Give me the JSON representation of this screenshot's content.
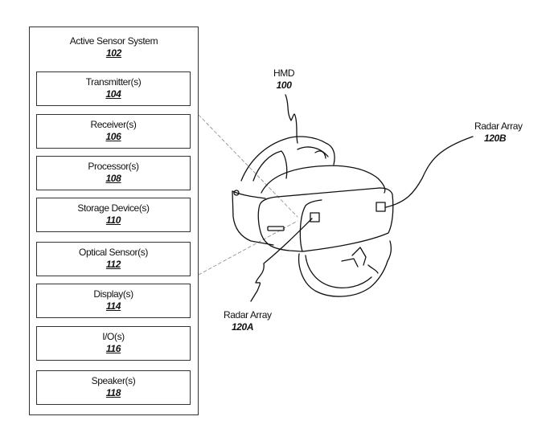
{
  "system": {
    "title": "Active Sensor System",
    "ref": "102",
    "components": [
      {
        "label": "Transmitter(s)",
        "ref": "104"
      },
      {
        "label": "Receiver(s)",
        "ref": "106"
      },
      {
        "label": "Processor(s)",
        "ref": "108"
      },
      {
        "label": "Storage Device(s)",
        "ref": "110"
      },
      {
        "label": "Optical Sensor(s)",
        "ref": "112"
      },
      {
        "label": "Display(s)",
        "ref": "114"
      },
      {
        "label": "I/O(s)",
        "ref": "116"
      },
      {
        "label": "Speaker(s)",
        "ref": "118"
      }
    ]
  },
  "device": {
    "hmd": {
      "label": "HMD",
      "ref": "100"
    },
    "radar_a": {
      "label": "Radar Array",
      "ref": "120A"
    },
    "radar_b": {
      "label": "Radar Array",
      "ref": "120B"
    }
  }
}
